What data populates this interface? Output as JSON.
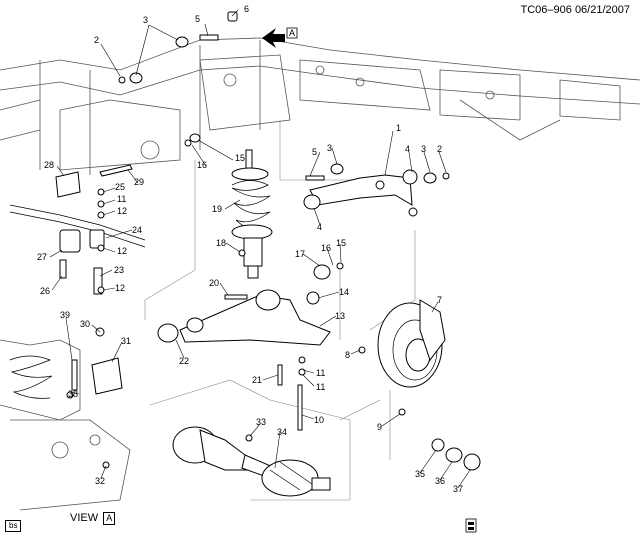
{
  "header": {
    "doc_id": "TC06–906  06/21/2007"
  },
  "view_label": {
    "text": "VIEW",
    "ref": "A"
  },
  "arrow_ref": "A",
  "bs_tag": "bs",
  "callouts": [
    "1",
    "2",
    "3",
    "4",
    "5",
    "6",
    "7",
    "8",
    "9",
    "10",
    "11",
    "12",
    "13",
    "14",
    "15",
    "16",
    "17",
    "18",
    "19",
    "20",
    "21",
    "22",
    "23",
    "24",
    "25",
    "26",
    "27",
    "28",
    "29",
    "30",
    "31",
    "32",
    "33",
    "34",
    "35",
    "36",
    "37",
    "38",
    "39"
  ]
}
